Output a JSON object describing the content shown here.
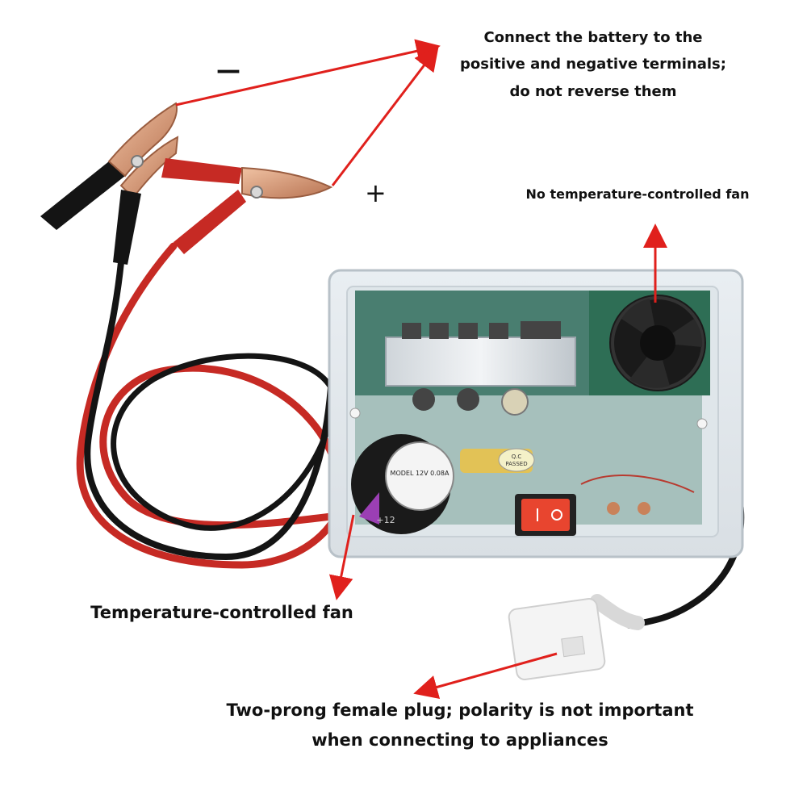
{
  "annotations": {
    "battery_note": "Connect the battery to the positive and negative terminals; do not reverse them",
    "fan_no_control": "No temperature-controlled fan",
    "fan_temp_control": "Temperature-controlled fan",
    "plug_note": "Two-prong female plug; polarity is not important when connecting to appliances"
  },
  "polarity": {
    "negative": "—",
    "positive": "+"
  },
  "device_markings": {
    "fan_model": "MODEL  12V  0.08A",
    "fan_sub": "+12",
    "qc_line1": "Q.C",
    "qc_line2": "PASSED"
  },
  "colors": {
    "arrow": "#e0201c",
    "red_cable": "#c62a24",
    "black_cable": "#141414",
    "clip_copper": "#cf8b63",
    "switch": "#e8452f",
    "pcb": "#2f6b5a"
  }
}
